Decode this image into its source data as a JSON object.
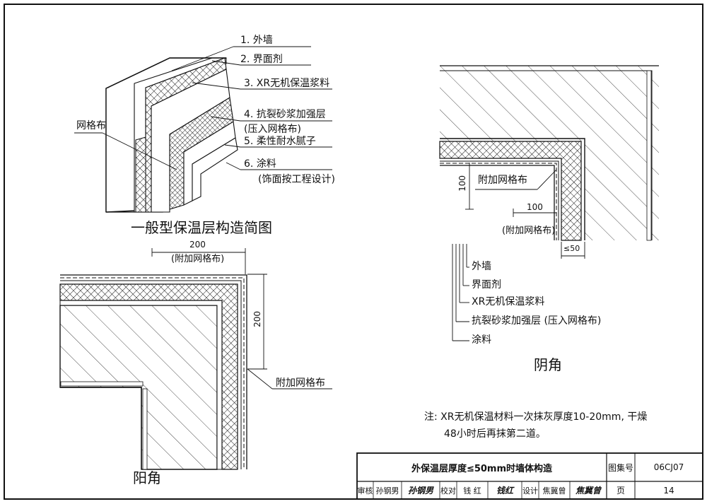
{
  "sketch": {
    "layers": [
      {
        "label": "1. 外墙"
      },
      {
        "label": "2. 界面剂"
      },
      {
        "label": "3. XR无机保温浆料"
      },
      {
        "label": "4. 抗裂砂浆加强层"
      },
      {
        "label": "(压入网格布)"
      },
      {
        "label": "5. 柔性耐水腻子"
      },
      {
        "label": "6. 涂料"
      },
      {
        "label": "(饰面按工程设计)"
      }
    ],
    "mesh_label": "网格布",
    "caption": "一般型保温层构造简图"
  },
  "outside_corner": {
    "dim_top_value": "200",
    "dim_top_note": "(附加网格布)",
    "dim_side_value": "200",
    "mesh_label": "附加网格布",
    "caption": "阳角"
  },
  "inside_corner": {
    "dim_vertical": "100",
    "mesh_label": "附加网格布",
    "dim_horizontal": "100",
    "dim_horizontal_note": "(附加网格布)",
    "thickness_label": "≤50",
    "legend": [
      "外墙",
      "界面剂",
      "XR无机保温浆料",
      "抗裂砂浆加强层 (压入网格布)",
      "涂料"
    ],
    "caption": "阴角"
  },
  "note": {
    "line1": "注: XR无机保温材料一次抹灰厚度10-20mm, 干燥",
    "line2": "48小时后再抹第二道。"
  },
  "title_block": {
    "title": "外保温层厚度≤50mm时墙体构造",
    "atlas_label": "图集号",
    "atlas_no": "06CJ07",
    "page_label": "页",
    "page_no": "14",
    "reviewed_label": "审核",
    "reviewed_name": "孙钢男",
    "reviewed_sig": "孙钢男",
    "checked_label": "校对",
    "checked_name": "钱 红",
    "checked_sig": "钱红",
    "designed_label": "设计",
    "designed_name": "焦冀曾",
    "designed_sig": "焦冀曾"
  }
}
